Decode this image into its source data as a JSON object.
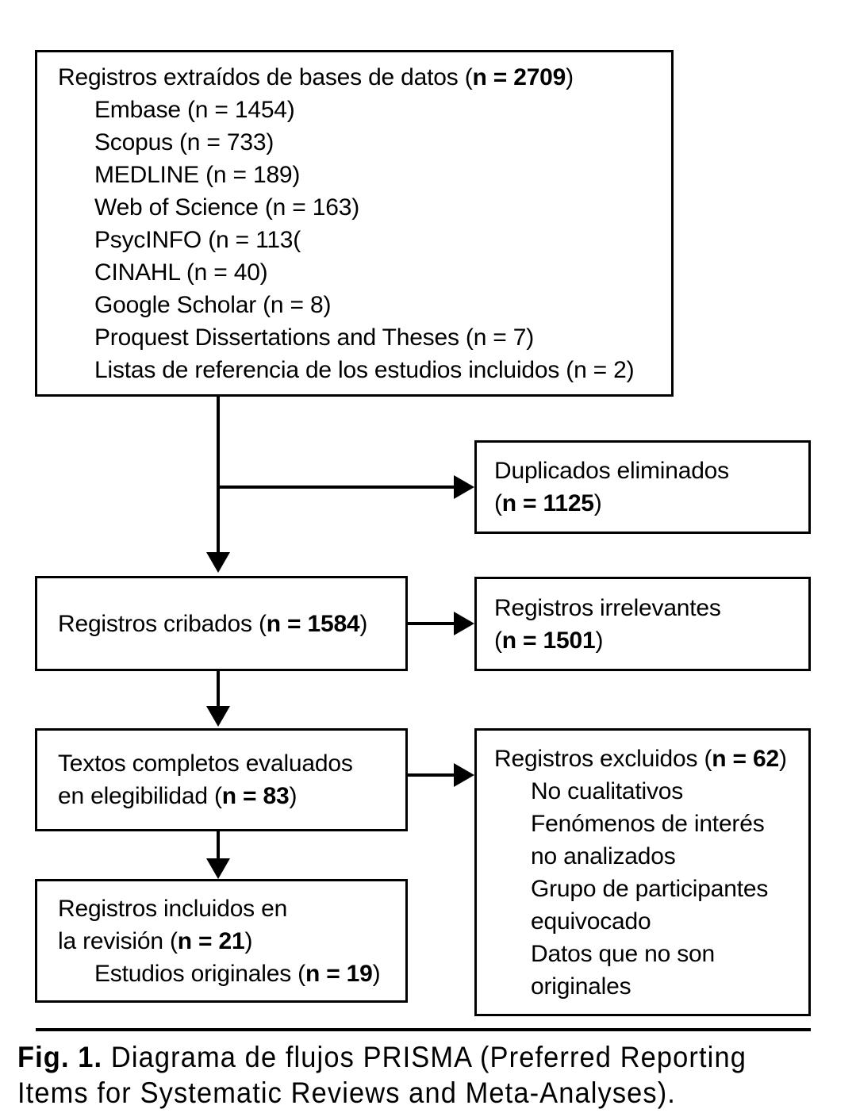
{
  "figure": {
    "label": "Fig. 1.",
    "caption_text": " Diagrama de flujos PRISMA (Preferred Reporting Items for Systematic Reviews and Meta-Analyses)."
  },
  "diagram": {
    "type": "prisma-flow-diagram",
    "boxes": {
      "sources": {
        "header_prefix": "Registros extraídos de bases de datos (",
        "header_n": "n = 2709",
        "header_suffix": ")",
        "items": [
          "Embase (n = 1454)",
          "Scopus (n = 733)",
          "MEDLINE (n = 189)",
          "Web of Science (n = 163)",
          "PsycINFO (n = 113(",
          "CINAHL (n = 40)",
          "Google Scholar (n = 8)",
          "Proquest Dissertations and Theses (n = 7)",
          "Listas de referencia de los estudios incluidos (n = 2)"
        ]
      },
      "duplicates": {
        "line1": "Duplicados eliminados",
        "line2_prefix": "(",
        "line2_n": "n = 1125",
        "line2_suffix": ")"
      },
      "screened": {
        "line1_prefix": "Registros cribados (",
        "line1_n": "n = 1584",
        "line1_suffix": ")"
      },
      "irrelevant": {
        "line1": "Registros irrelevantes",
        "line2_prefix": "(",
        "line2_n": "n = 1501",
        "line2_suffix": ")"
      },
      "fulltext": {
        "line1": "Textos completos evaluados",
        "line2_prefix": "en elegibilidad (",
        "line2_n": "n = 83",
        "line2_suffix": ")"
      },
      "excluded": {
        "header_prefix": "Registros excluidos (",
        "header_n": "n = 62",
        "header_suffix": ")",
        "items": [
          "No cualitativos",
          "Fenómenos de interés",
          "no analizados",
          "Grupo de participantes",
          "equivocado",
          "Datos que no son",
          "originales"
        ]
      },
      "included": {
        "line1": "Registros incluidos en",
        "line2_prefix": "la revisión (",
        "line2_n": "n = 21",
        "line2_suffix": ")",
        "line3_prefix": "Estudios originales (",
        "line3_n": "n = 19",
        "line3_suffix": ")"
      }
    }
  },
  "chart_data": {
    "type": "diagram",
    "title": "Diagrama de flujos PRISMA",
    "stages": [
      {
        "stage": "identificacion",
        "label": "Registros extraídos de bases de datos",
        "n": 2709,
        "breakdown": [
          {
            "source": "Embase",
            "n": 1454
          },
          {
            "source": "Scopus",
            "n": 733
          },
          {
            "source": "MEDLINE",
            "n": 189
          },
          {
            "source": "Web of Science",
            "n": 163
          },
          {
            "source": "PsycINFO",
            "n": 113
          },
          {
            "source": "CINAHL",
            "n": 40
          },
          {
            "source": "Google Scholar",
            "n": 8
          },
          {
            "source": "Proquest Dissertations and Theses",
            "n": 7
          },
          {
            "source": "Listas de referencia de los estudios incluidos",
            "n": 2
          }
        ]
      },
      {
        "stage": "duplicados-eliminados",
        "label": "Duplicados eliminados",
        "n": 1125
      },
      {
        "stage": "cribado",
        "label": "Registros cribados",
        "n": 1584
      },
      {
        "stage": "irrelevantes",
        "label": "Registros irrelevantes",
        "n": 1501
      },
      {
        "stage": "elegibilidad",
        "label": "Textos completos evaluados en elegibilidad",
        "n": 83
      },
      {
        "stage": "excluidos",
        "label": "Registros excluidos",
        "n": 62,
        "reasons": [
          "No cualitativos",
          "Fenómenos de interés no analizados",
          "Grupo de participantes equivocado",
          "Datos que no son originales"
        ]
      },
      {
        "stage": "incluidos",
        "label": "Registros incluidos en la revisión",
        "n": 21,
        "breakdown": [
          {
            "source": "Estudios originales",
            "n": 19
          }
        ]
      }
    ]
  }
}
